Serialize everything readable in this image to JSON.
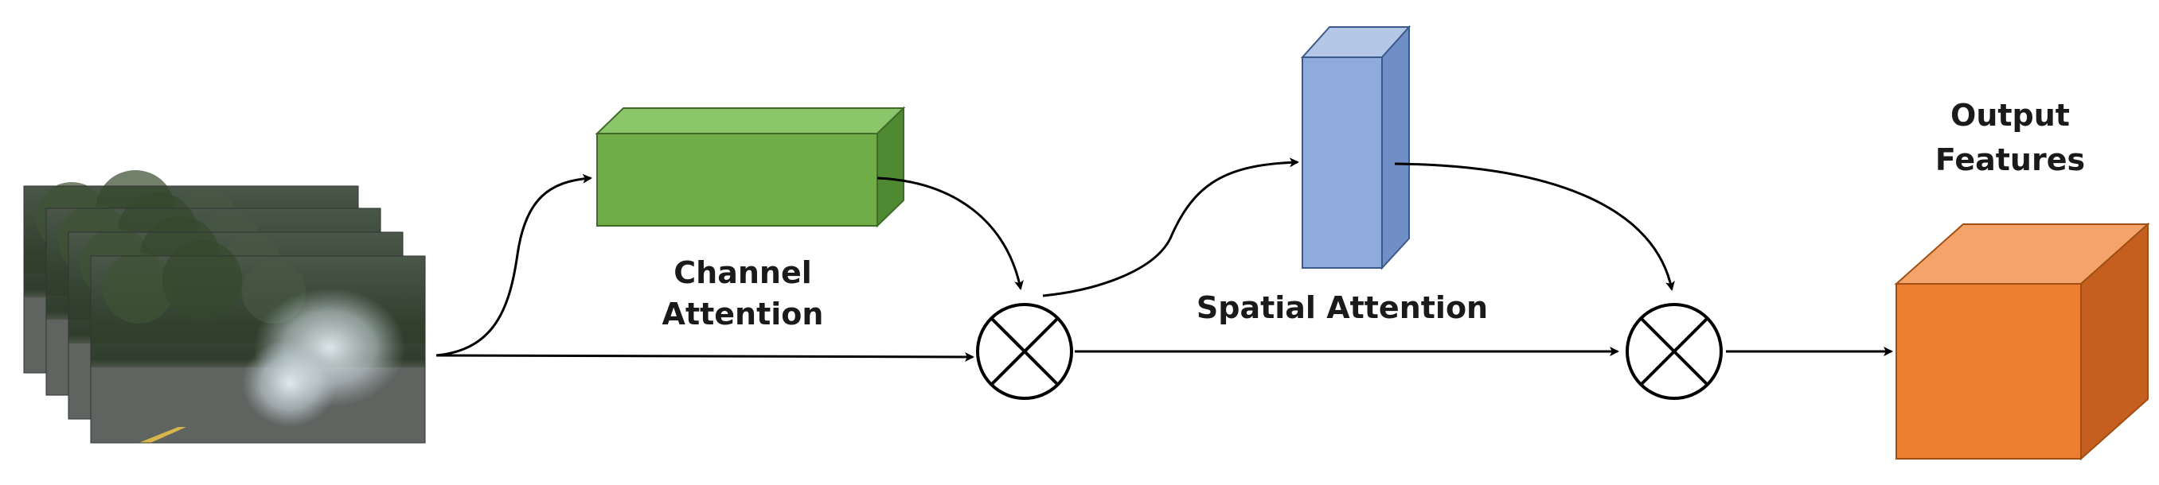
{
  "labels": {
    "channel_line1": "Channel",
    "channel_line2": "Attention",
    "spatial": "Spatial Attention",
    "output_line1": "Output",
    "output_line2": "Features"
  },
  "colors": {
    "channel_block": "#70ad47",
    "spatial_block": "#8faadc",
    "output_cube": "#ed7d31",
    "arrow": "#000000"
  },
  "icons": {
    "multiply": "circled-times-icon"
  }
}
